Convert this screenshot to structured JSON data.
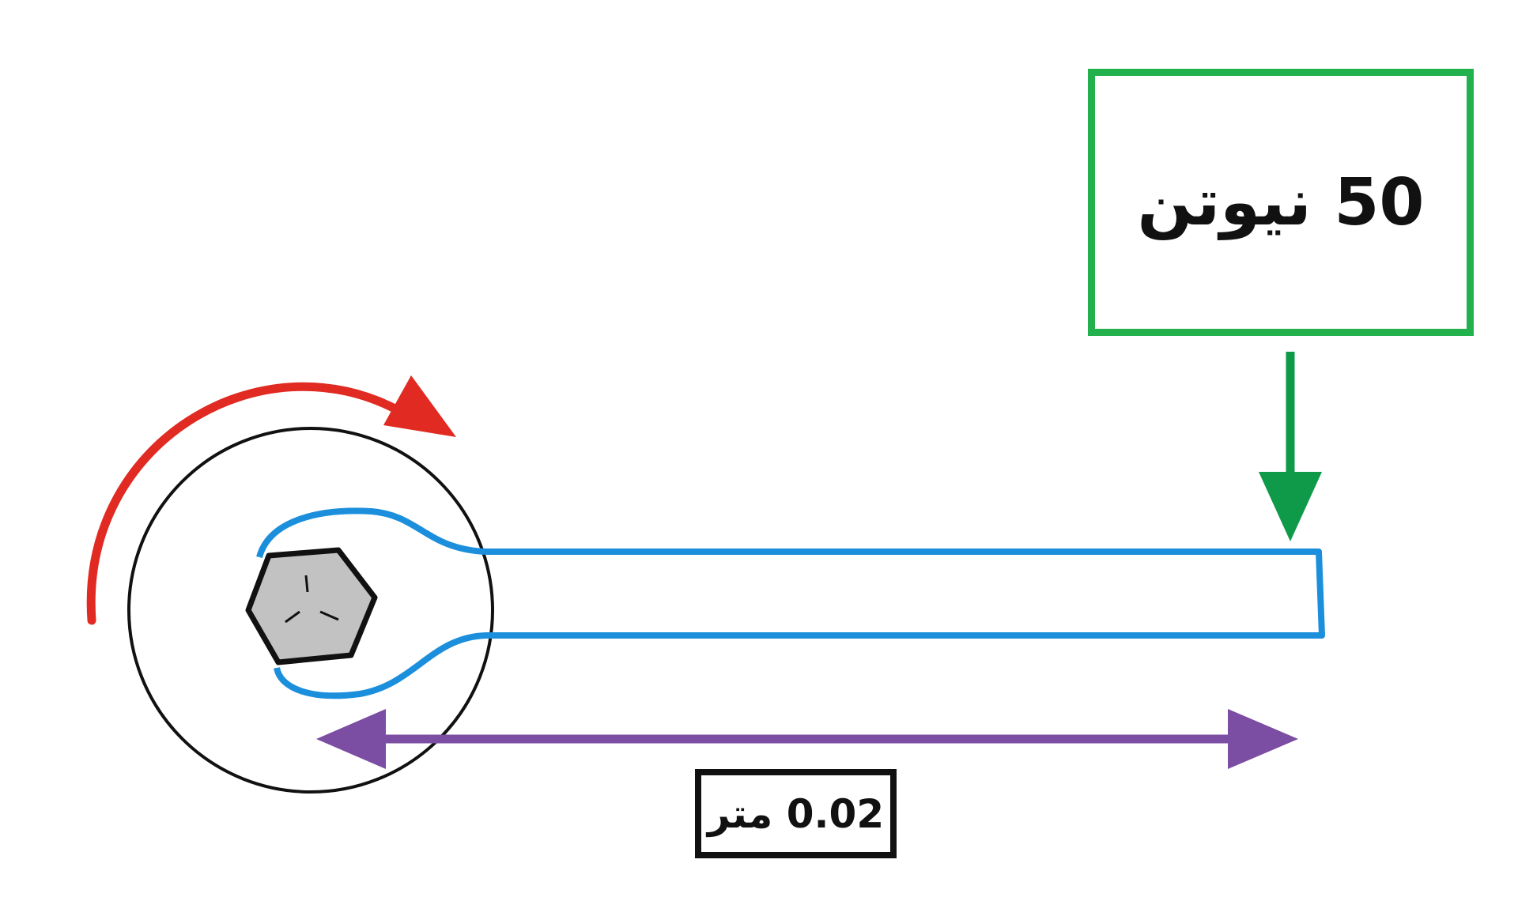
{
  "force": {
    "label": "50 نيوتن",
    "border_color": "#22b14c",
    "arrow_color": "#0e9a49"
  },
  "length": {
    "label": "0.02 متر",
    "arrow_color": "#7b4da3"
  },
  "rotation": {
    "direction": "clockwise",
    "arrow_color": "#e02a22"
  },
  "wrench": {
    "outline_color": "#1b8fdc"
  },
  "bolt": {
    "fill_color": "#c2c2c2",
    "outline_color": "#111111"
  },
  "pivot_circle": {
    "outline_color": "#111111"
  }
}
